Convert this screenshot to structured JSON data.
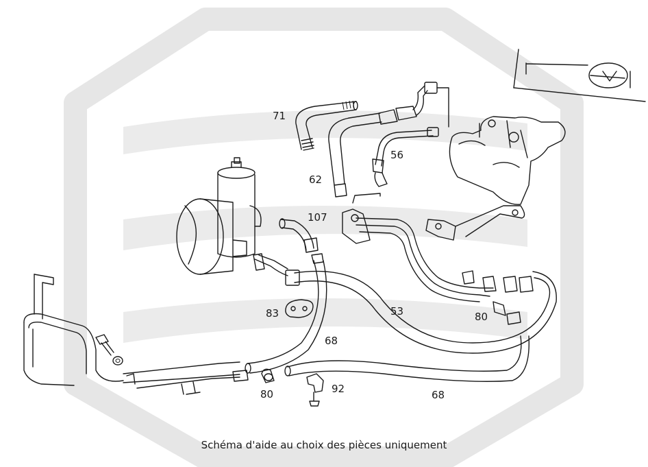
{
  "diagram": {
    "part_labels": {
      "p71": "71",
      "p62": "62",
      "p56": "56",
      "p107": "107",
      "p83": "83",
      "p53": "53",
      "p68a": "68",
      "p80a": "80",
      "p80b": "80",
      "p92": "92",
      "p68b": "68"
    },
    "caption": "Schéma d'aide au choix des pièces uniquement",
    "colors": {
      "line": "#1a1a1a",
      "watermark": "#e6e6e6",
      "background": "#ffffff"
    }
  }
}
